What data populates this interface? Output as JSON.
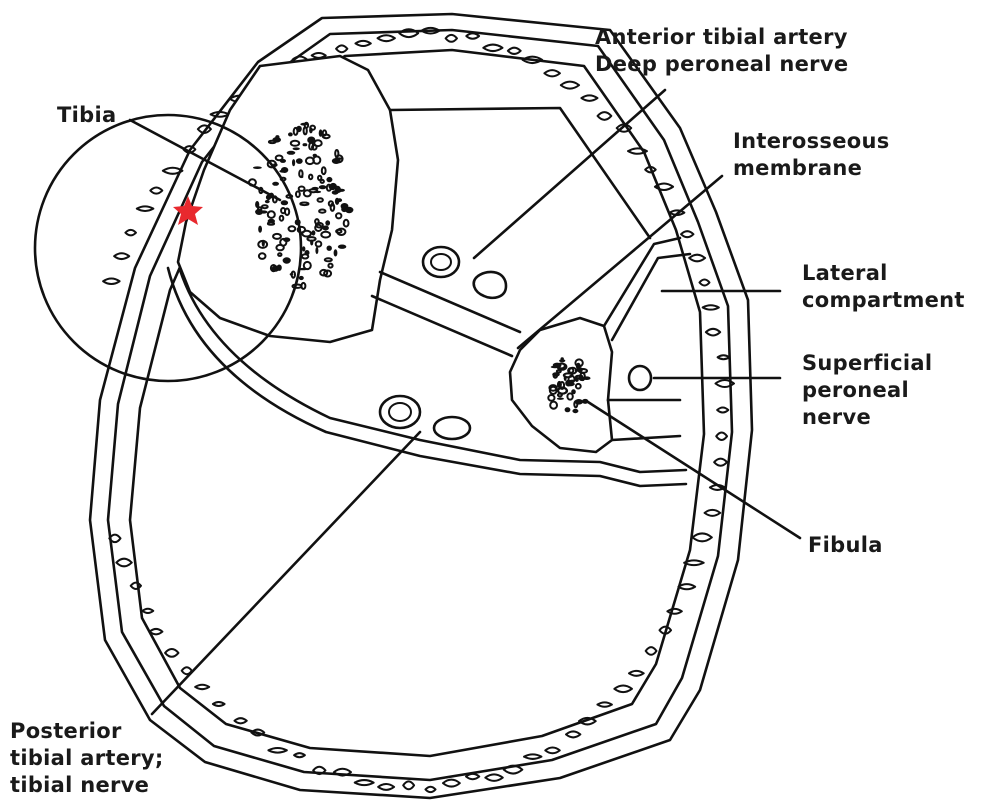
{
  "labels": {
    "tibia": "Tibia",
    "anterior_1": "Anterior tibial artery",
    "anterior_2": "Deep peroneal nerve",
    "interosseous_1": "Interosseous",
    "interosseous_2": "membrane",
    "lateral_1": "Lateral",
    "lateral_2": "compartment",
    "superficial_1": "Superficial",
    "superficial_2": "peroneal",
    "superficial_3": "nerve",
    "fibula": "Fibula",
    "posterior_1": "Posterior",
    "posterior_2": "tibial artery;",
    "posterior_3": "tibial nerve"
  },
  "colors": {
    "ink": "#111111",
    "marker": "#e8292e",
    "background": "#ffffff"
  },
  "icons": {
    "marker": "red-star-icon",
    "magnifier": "zoom-circle"
  }
}
